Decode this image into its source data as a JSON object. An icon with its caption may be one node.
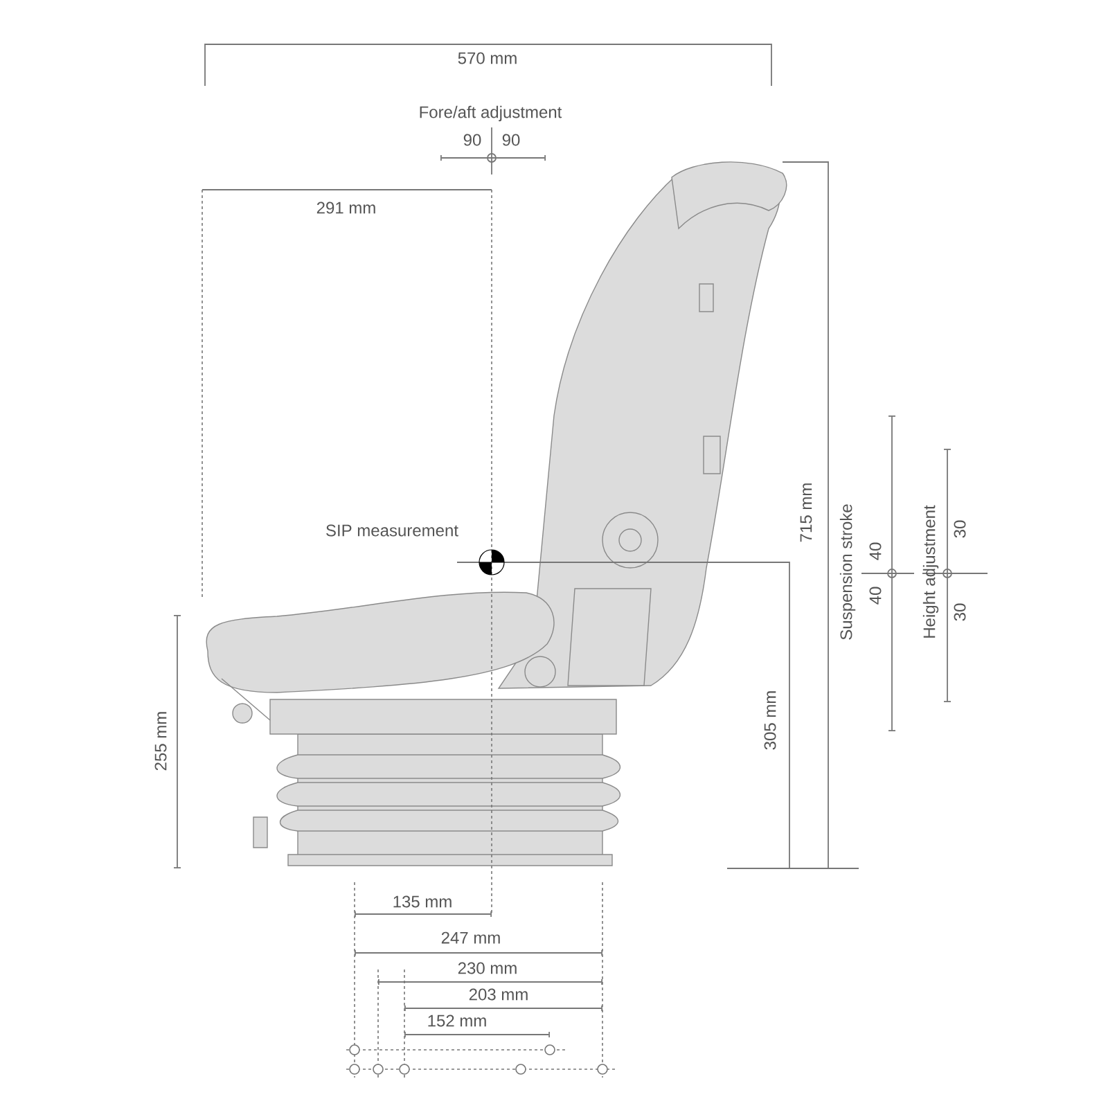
{
  "diagram": {
    "labels": [
      "570 mm",
      "Fore/aft adjustment",
      "90",
      "90",
      "291 mm",
      "715 mm",
      "SIP measurement",
      "Suspension stroke",
      "40",
      "40",
      "Height adjustment",
      "30",
      "30",
      "255 mm",
      "305 mm",
      "135 mm",
      "247 mm",
      "230 mm",
      "203 mm",
      "152 mm"
    ]
  }
}
